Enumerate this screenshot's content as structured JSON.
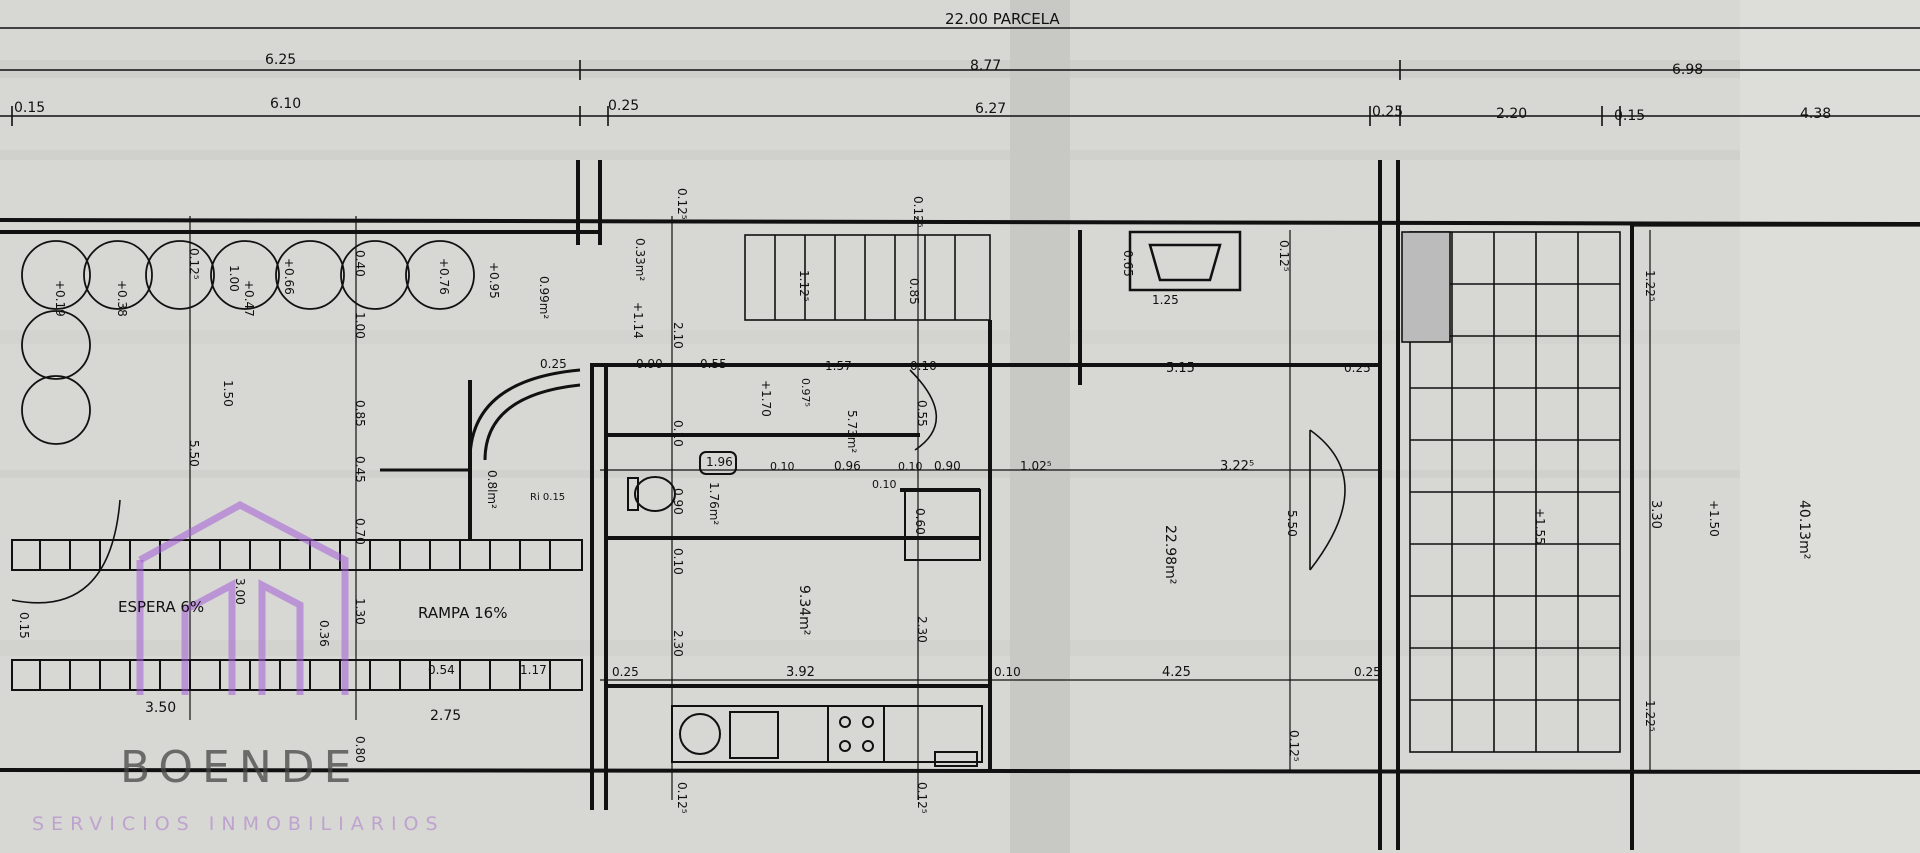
{
  "plan": {
    "parcel_label": "22.00 PARCELA",
    "top_dimensions": [
      "6.25",
      "8.77",
      "6.98"
    ],
    "second_dimensions": [
      "0.15",
      "6.10",
      "0.25",
      "6.27",
      "0.25",
      "2.20",
      "0.15",
      "4.38"
    ],
    "garage": {
      "levels": [
        "+0.19",
        "+0.38",
        "+0.47",
        "+0.66",
        "+0.76",
        "+0.95"
      ],
      "dims": [
        "0.12⁵",
        "1.00",
        "0.40",
        "1.00",
        "1.50",
        "5.50",
        "0.85",
        "0.45",
        "0.70",
        "1.30",
        "3.00",
        "0.15",
        "0.36",
        "0.54",
        "1.17",
        "3.50",
        "2.75",
        "0.80"
      ],
      "labels": [
        "ESPERA 6%",
        "RAMPA 16%"
      ],
      "area_small": "0.99m²",
      "stair_area": "0.8lm²",
      "stair_label": "Ri 0.15"
    },
    "core": {
      "dims": [
        "0.12⁵",
        "0.33m²",
        "+1.14",
        "2.10",
        "0.25",
        "0.90",
        "0.55",
        "0.10",
        "0.90",
        "0.10",
        "1.57",
        "0.97⁵",
        "+1.70",
        "0.10",
        "0.55",
        "5.73m²",
        "1.96",
        "1.76m²",
        "0.10",
        "0.96",
        "0.10",
        "0.90",
        "0.10",
        "0.60",
        "0.12⁵",
        "1.12⁵",
        "0.85"
      ],
      "kitchen_area": "9.34m²",
      "kitchen_dims": [
        "2.30",
        "3.92",
        "2.30",
        "0.25"
      ]
    },
    "living": {
      "dims": [
        "0.12⁵",
        "0.65",
        "1.25",
        "5.15",
        "0.25",
        "1.02⁵",
        "3.22⁵",
        "5.50",
        "0.10",
        "4.25",
        "0.25",
        "0.12⁵"
      ],
      "area": "22.98m²"
    },
    "terrace": {
      "dims": [
        "1.22⁵",
        "3.30",
        "1.22⁵"
      ],
      "levels": [
        "+1.55",
        "+1.50"
      ],
      "area": "40.13m²"
    },
    "bottom_dims": [
      "0.12⁵",
      "0.12⁵"
    ]
  },
  "watermark": {
    "brand": "BOENDE",
    "tagline": "SERVICIOS INMOBILIARIOS",
    "brand_color": "#a45cd6"
  }
}
